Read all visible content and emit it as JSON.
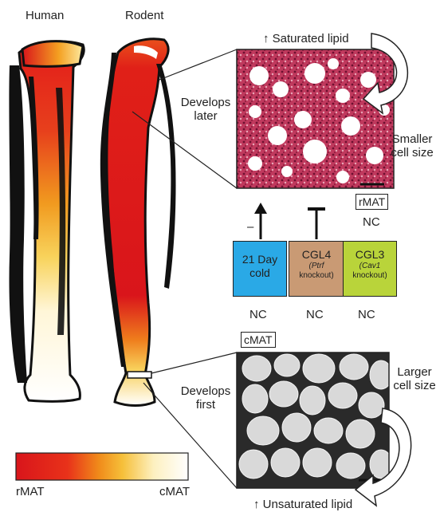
{
  "labels": {
    "human": "Human",
    "rodent": "Rodent",
    "develops_later": [
      "Develops",
      "later"
    ],
    "develops_first": [
      "Develops",
      "first"
    ],
    "saturated_lipid": "↑ Saturated lipid",
    "unsaturated_lipid": "↑ Unsaturated lipid",
    "smaller_cell_size": [
      "Smaller",
      "cell size"
    ],
    "larger_cell_size": [
      "Larger",
      "cell size"
    ],
    "rmat_tag": "rMAT",
    "cmat_tag": "cMAT",
    "nc_top": "NC",
    "minus": "–"
  },
  "conditions": [
    {
      "line1": "21 Day",
      "line2": "cold",
      "line3": "",
      "nc": "NC",
      "color": "#2aa9e6"
    },
    {
      "line1": "CGL4",
      "line2": "(Ptrf",
      "line3": "knockout)",
      "nc": "NC",
      "color": "#c99a74"
    },
    {
      "line1": "CGL3",
      "line2": "(Cav1",
      "line3": "knockout)",
      "nc": "NC",
      "color": "#b9d43a"
    }
  ],
  "legend": {
    "left": "rMAT",
    "right": "cMAT",
    "gradient": [
      "#d9151b",
      "#e8321a",
      "#f08a1a",
      "#f6c03a",
      "#fdf0c0",
      "#ffffff"
    ]
  },
  "colors": {
    "rmat_red": "#d9151b",
    "outline": "#111111",
    "histo_bg": "#b42a50",
    "cmat_bg": "#cfcfcf"
  }
}
